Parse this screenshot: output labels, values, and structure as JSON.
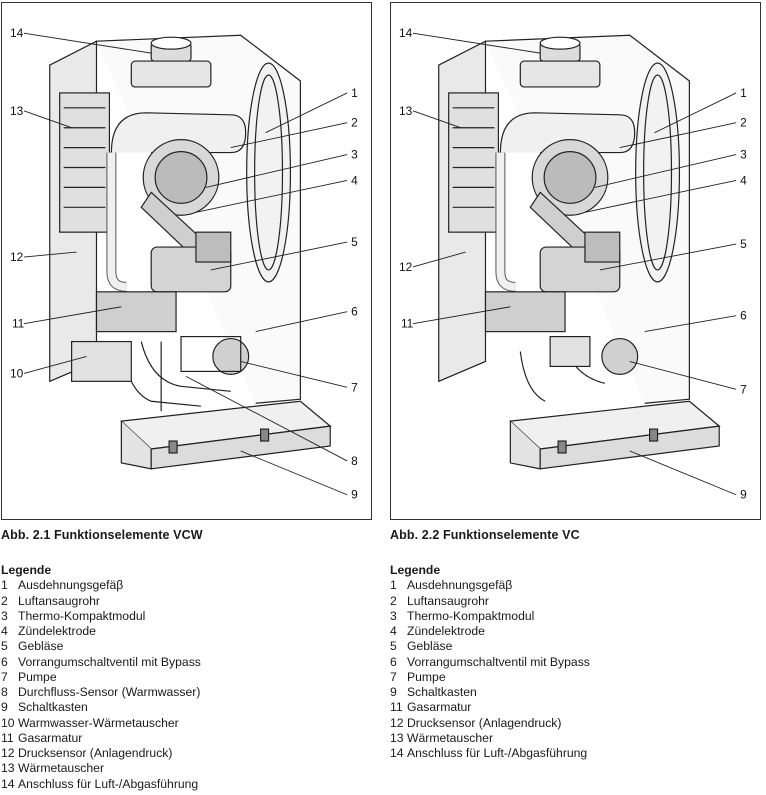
{
  "figures": [
    {
      "caption": "Abb. 2.1  Funktionselemente VCW",
      "callouts": [
        "1",
        "2",
        "3",
        "4",
        "5",
        "6",
        "7",
        "8",
        "9",
        "10",
        "11",
        "12",
        "13",
        "14"
      ],
      "legend_title": "Legende",
      "legend": [
        {
          "num": "1",
          "text": "Ausdehnungsgefäβ"
        },
        {
          "num": "2",
          "text": "Luftansaugrohr"
        },
        {
          "num": "3",
          "text": "Thermo-Kompaktmodul"
        },
        {
          "num": "4",
          "text": "Zündelektrode"
        },
        {
          "num": "5",
          "text": "Gebläse"
        },
        {
          "num": "6",
          "text": "Vorrangumschaltventil mit Bypass"
        },
        {
          "num": "7",
          "text": "Pumpe"
        },
        {
          "num": "8",
          "text": "Durchfluss-Sensor (Warmwasser)"
        },
        {
          "num": "9",
          "text": "Schaltkasten"
        },
        {
          "num": "10",
          "text": "Warmwasser-Wärmetauscher"
        },
        {
          "num": "11",
          "text": "Gasarmatur"
        },
        {
          "num": "12",
          "text": "Drucksensor (Anlagendruck)"
        },
        {
          "num": "13",
          "text": "Wärmetauscher"
        },
        {
          "num": "14",
          "text": "Anschluss für Luft-/Abgasführung"
        }
      ]
    },
    {
      "caption": "Abb. 2.2 Funktionselemente VC",
      "callouts": [
        "1",
        "2",
        "3",
        "4",
        "5",
        "6",
        "7",
        "9",
        "11",
        "12",
        "13",
        "14"
      ],
      "legend_title": "Legende",
      "legend": [
        {
          "num": "1",
          "text": "Ausdehnungsgefäβ"
        },
        {
          "num": "2",
          "text": "Luftansaugrohr"
        },
        {
          "num": "3",
          "text": "Thermo-Kompaktmodul"
        },
        {
          "num": "4",
          "text": "Zündelektrode"
        },
        {
          "num": "5",
          "text": "Gebläse"
        },
        {
          "num": "6",
          "text": "Vorrangumschaltventil mit Bypass"
        },
        {
          "num": "7",
          "text": "Pumpe"
        },
        {
          "num": "9",
          "text": "Schaltkasten"
        },
        {
          "num": "11",
          "text": "Gasarmatur"
        },
        {
          "num": "12",
          "text": "Drucksensor (Anlagendruck)"
        },
        {
          "num": "13",
          "text": "Wärmetauscher"
        },
        {
          "num": "14",
          "text": "Anschluss für Luft-/Abgasführung"
        }
      ]
    }
  ]
}
